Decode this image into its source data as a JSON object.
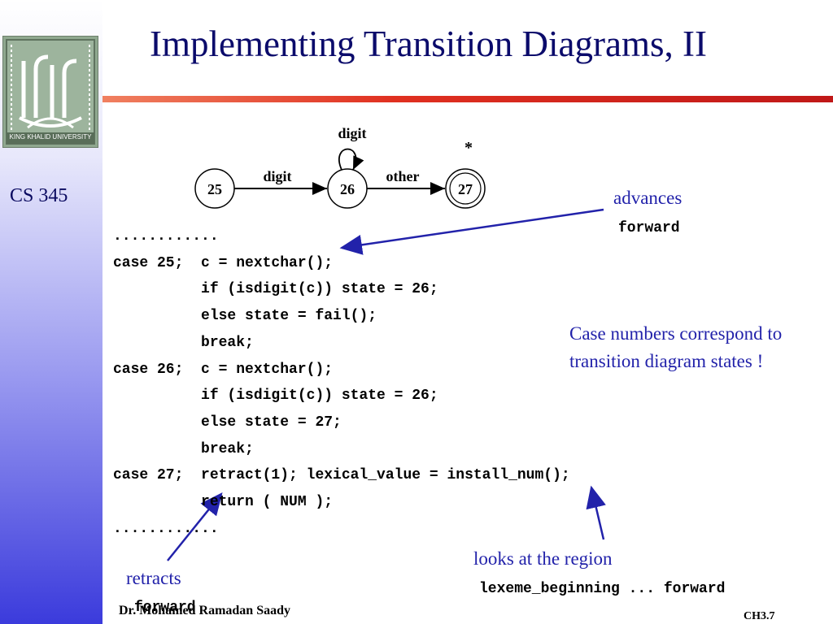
{
  "slide": {
    "title": "Implementing Transition Diagrams, II",
    "course": "CS 345",
    "logo_text": "KING KHALID UNIVERSITY",
    "footer_author": "Dr. Mohamed Ramadan Saady",
    "footer_page": "CH3.7"
  },
  "diagram": {
    "states": [
      "25",
      "26",
      "27"
    ],
    "edge_25_26": "digit",
    "loop_26": "digit",
    "edge_26_27": "other",
    "accept_mark": "*"
  },
  "code": {
    "lines": [
      "............",
      "case 25;  c = nextchar();",
      "          if (isdigit(c)) state = 26;",
      "          else state = fail();",
      "          break;",
      "case 26;  c = nextchar();",
      "          if (isdigit(c)) state = 26;",
      "          else state = 27;",
      "          break;",
      "case 27;  retract(1); lexical_value = install_num();",
      "          return ( NUM );",
      "............"
    ]
  },
  "notes": {
    "advances": "advances",
    "advances_forward": "forward",
    "case_numbers": "Case numbers correspond to transition diagram states !",
    "retracts": "retracts",
    "retracts_forward": "forward",
    "looks_at": "looks at the region",
    "lexeme": "lexeme_beginning ... forward"
  }
}
